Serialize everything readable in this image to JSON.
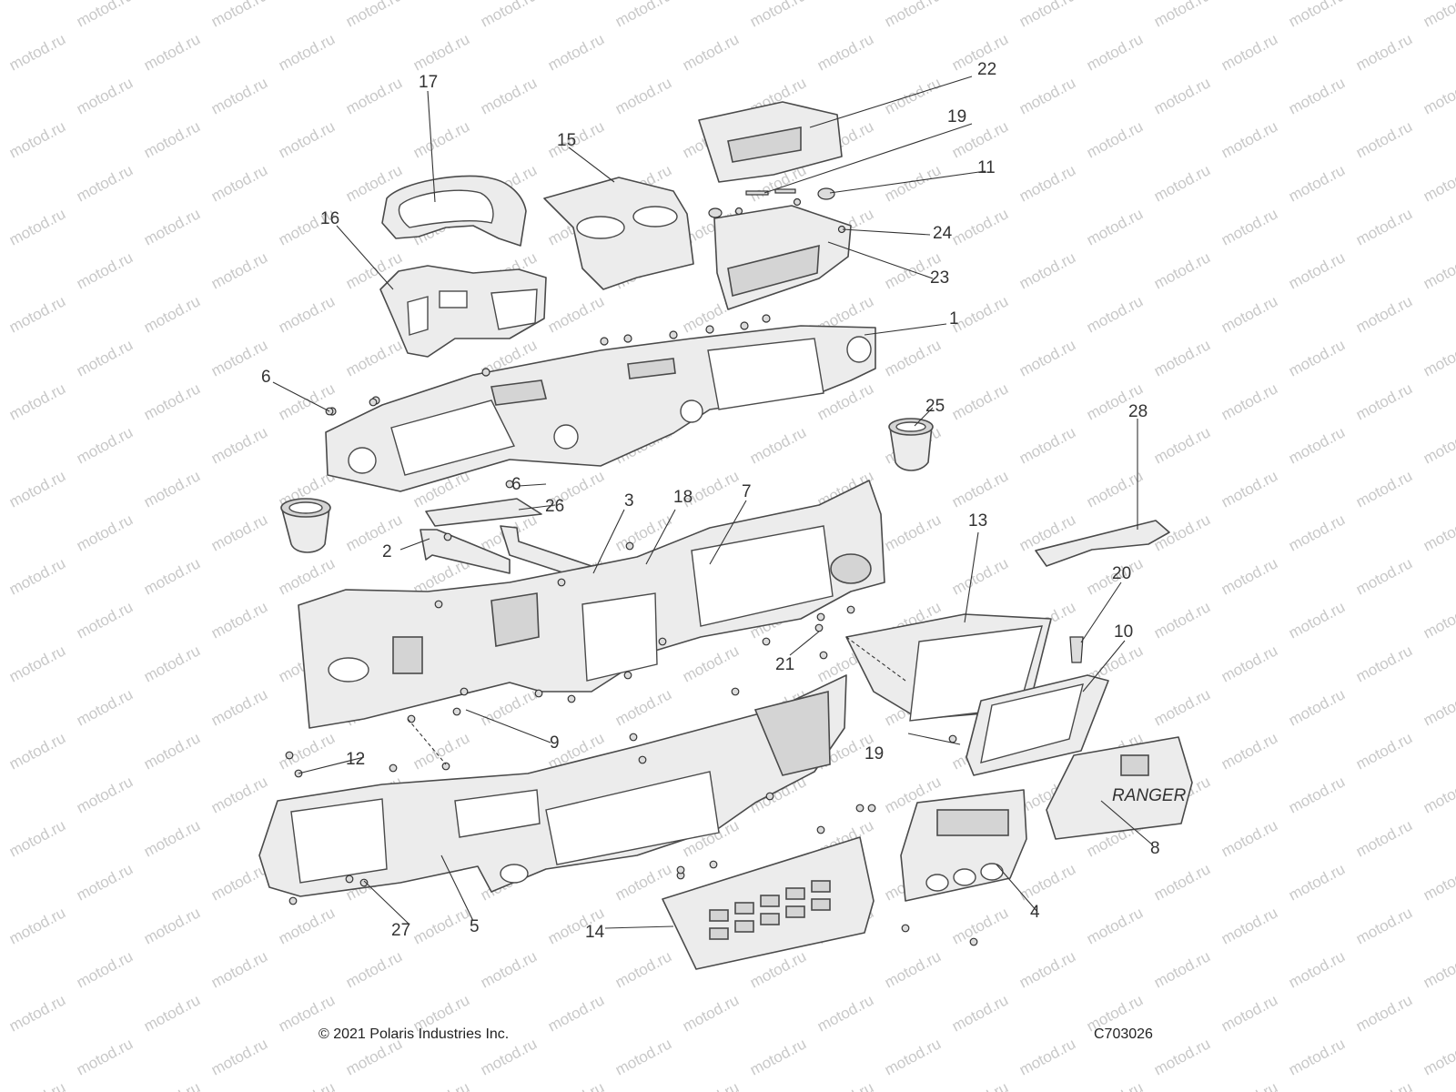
{
  "watermark": "motod.ru",
  "footer": {
    "copyright": "© 2021 Polaris Industries Inc.",
    "figure_code": "C703026"
  },
  "callouts": [
    "1",
    "2",
    "3",
    "4",
    "5",
    "6",
    "6",
    "7",
    "8",
    "9",
    "10",
    "11",
    "12",
    "13",
    "14",
    "15",
    "16",
    "17",
    "18",
    "19",
    "19",
    "20",
    "21",
    "22",
    "23",
    "24",
    "25",
    "26",
    "27",
    "28"
  ],
  "badge_text": "RANGER"
}
